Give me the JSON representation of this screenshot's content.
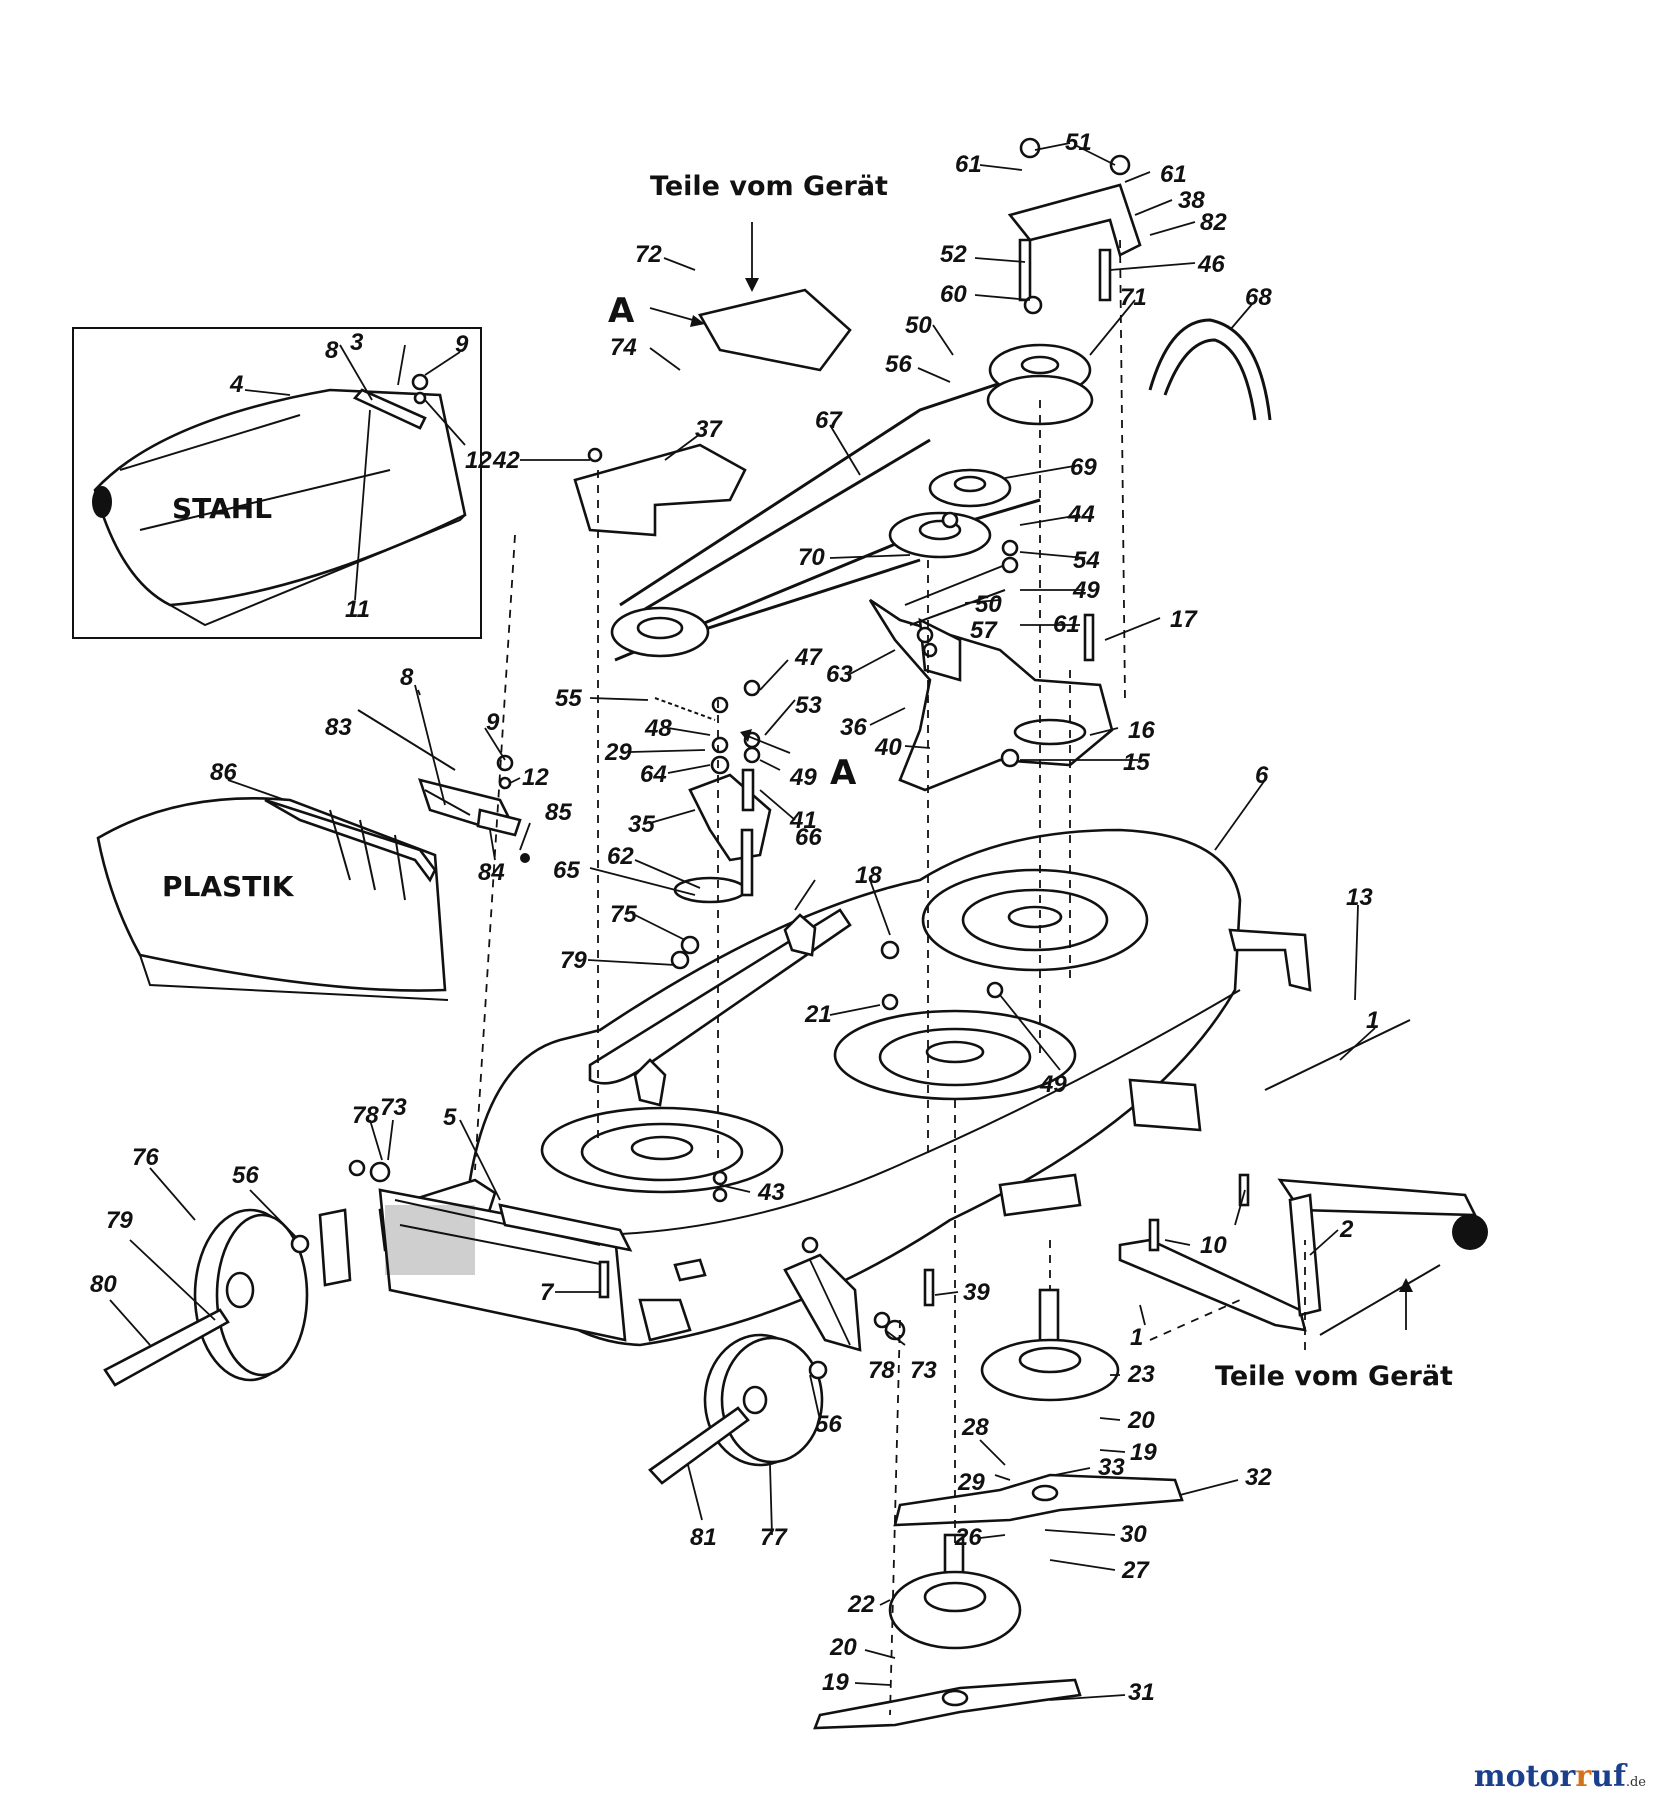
{
  "captions": {
    "top": "Teile vom Gerät",
    "bottom_right": "Teile vom Gerät"
  },
  "inset": {
    "label": "STAHL"
  },
  "bag": {
    "label": "PLASTIK"
  },
  "references": {
    "a_top": "A",
    "a_mid": "A"
  },
  "watermark": {
    "brand_a": "motor",
    "brand_b": "u",
    "brand_c": "f",
    "suffix": ".de",
    "brand_r": "r"
  },
  "part_numbers": [
    "51",
    "61",
    "61",
    "38",
    "82",
    "46",
    "52",
    "60",
    "72",
    "74",
    "71",
    "68",
    "50",
    "56",
    "67",
    "37",
    "42",
    "69",
    "44",
    "70",
    "54",
    "50",
    "49",
    "57",
    "61",
    "17",
    "47",
    "63",
    "55",
    "53",
    "48",
    "29",
    "64",
    "49",
    "36",
    "16",
    "40",
    "15",
    "35",
    "66",
    "62",
    "65",
    "41",
    "18",
    "75",
    "79",
    "21",
    "49",
    "6",
    "13",
    "1",
    "2",
    "10",
    "1",
    "5",
    "43",
    "78",
    "73",
    "76",
    "56",
    "79",
    "80",
    "7",
    "39",
    "73",
    "78",
    "23",
    "20",
    "19",
    "28",
    "29",
    "33",
    "32",
    "26",
    "30",
    "27",
    "56",
    "81",
    "77",
    "22",
    "20",
    "19",
    "31",
    "8",
    "9",
    "12",
    "3",
    "4",
    "9",
    "12",
    "11",
    "8",
    "83",
    "86",
    "85",
    "84"
  ]
}
